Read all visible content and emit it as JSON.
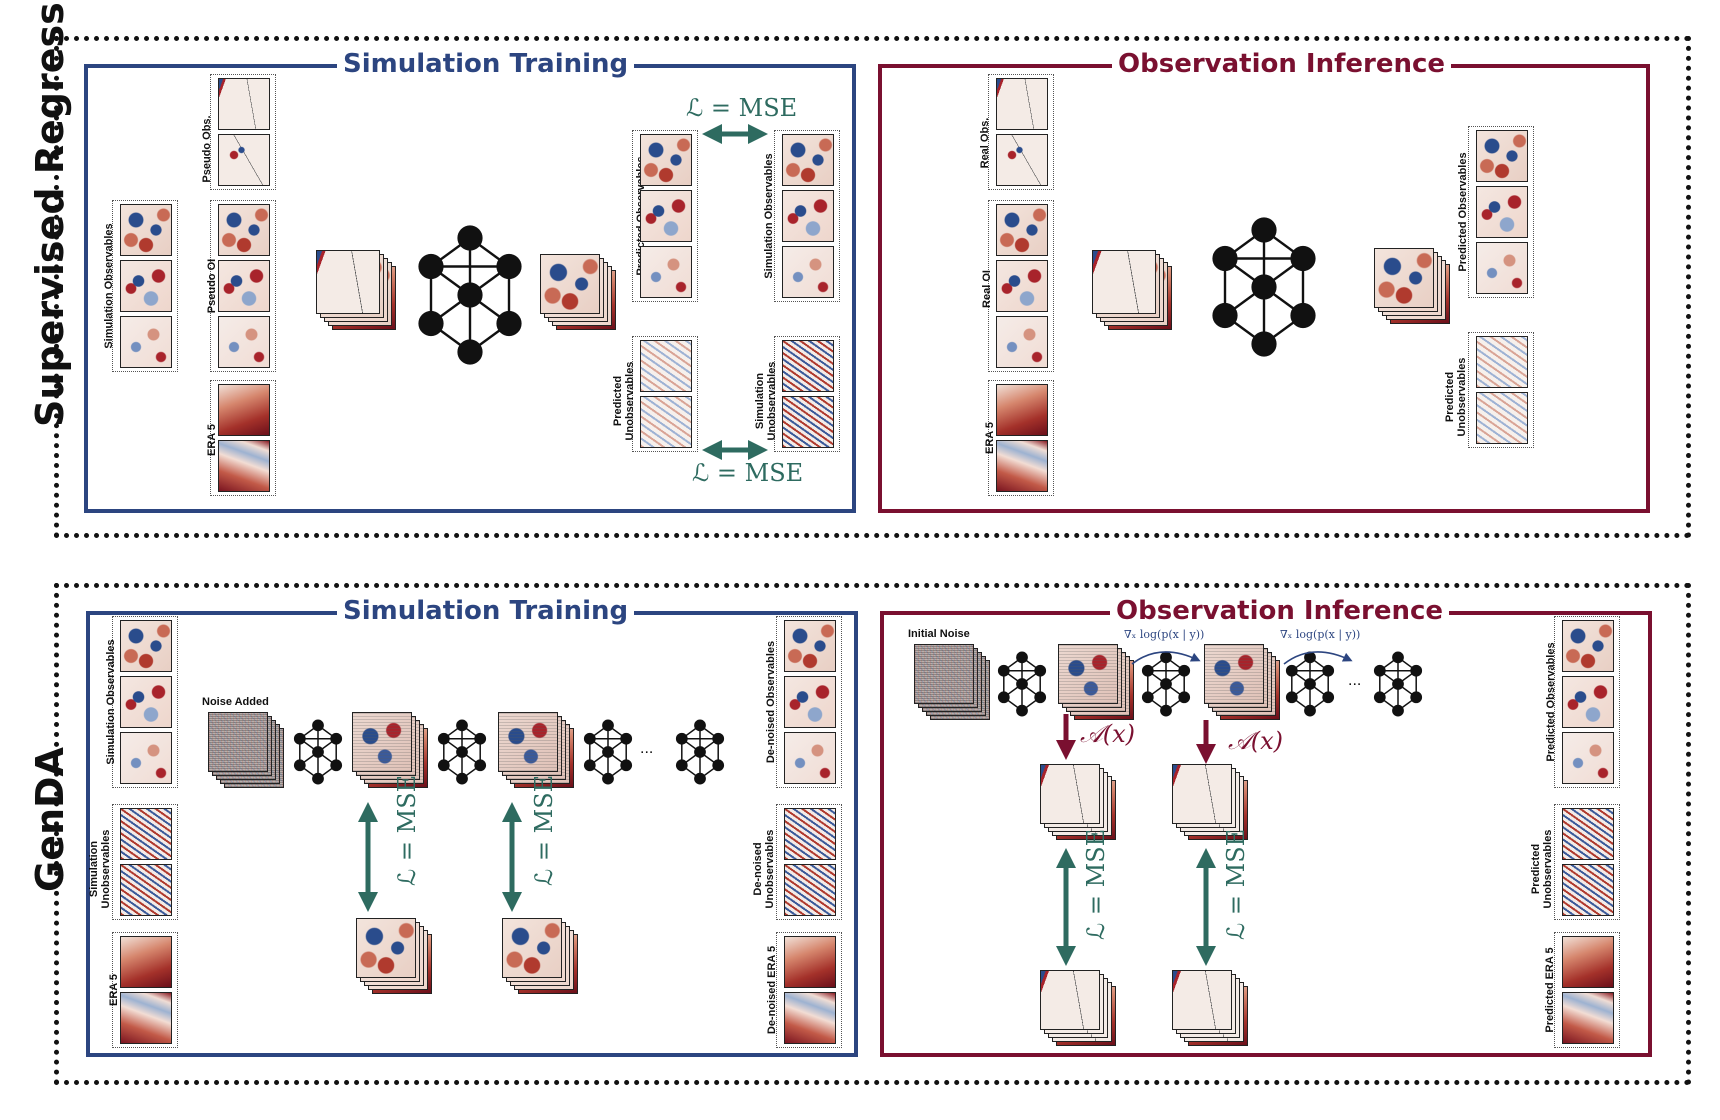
{
  "rows": {
    "top": {
      "label": "Supervised Regression"
    },
    "bottom": {
      "label": "GenDA"
    }
  },
  "panels": {
    "sr_train": {
      "title": "Simulation Training"
    },
    "sr_infer": {
      "title": "Observation Inference"
    },
    "g_train": {
      "title": "Simulation Training"
    },
    "g_infer": {
      "title": "Observation Inference"
    }
  },
  "sr_train": {
    "sim_observables": "Simulation Observables",
    "pseudo_obs": "Pseudo Obs.",
    "pseudo_oi": "Pseudo OI",
    "era5": "ERA 5",
    "pred_observables": "Predicted Observables",
    "sim_observables_target": "Simulation Observables",
    "pred_unobservables": "Predicted Unobservables",
    "sim_unobservables": "Simulation Unobservables",
    "loss_top": "ℒ = MSE",
    "loss_bottom": "ℒ = MSE"
  },
  "sr_infer": {
    "real_obs": "Real Obs.",
    "real_oi": "Real OI",
    "era5": "ERA 5",
    "pred_observables": "Predicted Observables",
    "pred_unobservables": "Predicted Unobservables"
  },
  "g_train": {
    "sim_observables": "Simulation Observables",
    "sim_unobservables": "Simulation Unobservables",
    "era5": "ERA 5",
    "noise_added": "Noise Added",
    "ellipsis": "...",
    "loss1": "ℒ = MSE",
    "loss2": "ℒ = MSE",
    "denoised_observables": "De-noised Observables",
    "denoised_unobservables": "De-noised Unobservables",
    "denoised_era5": "De-noised ERA 5"
  },
  "g_infer": {
    "initial_noise": "Initial Noise",
    "grad1": "∇ₓ log(p(x | y))",
    "grad2": "∇ₓ log(p(x | y))",
    "ellipsis": "...",
    "op1": "𝒜(x)",
    "op2": "𝒜(x)",
    "loss1": "ℒ = MSE",
    "loss2": "ℒ = MSE",
    "pred_observables": "Predicted Observables",
    "pred_unobservables": "Predicted Unobservables",
    "pred_era5": "Predicted ERA 5"
  },
  "colors": {
    "blue_panel": "#2c4580",
    "red_panel": "#7a1030",
    "loss_arrow": "#2e6b60"
  }
}
